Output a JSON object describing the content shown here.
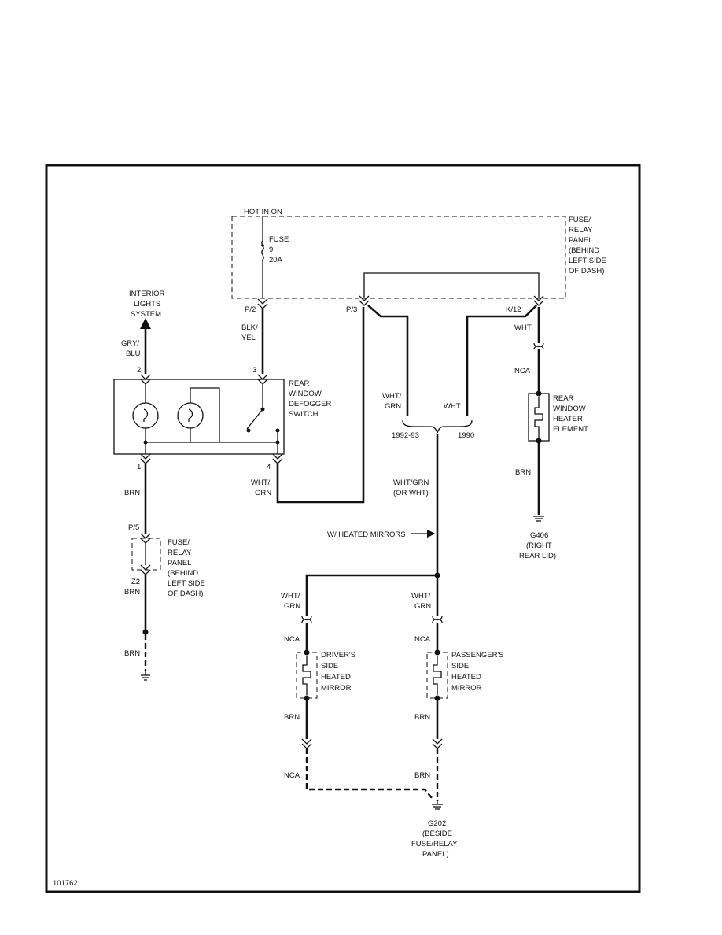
{
  "page": {
    "ref_number": "101762"
  },
  "power": {
    "hot_in_on": "HOT IN ON"
  },
  "fuse": {
    "line1": "FUSE",
    "line2": "9",
    "line3": "20A"
  },
  "fuse_panel_top": {
    "line1": "FUSE/",
    "line2": "RELAY",
    "line3": "PANEL",
    "line4": "(BEHIND",
    "line5": "LEFT SIDE",
    "line6": "OF DASH)"
  },
  "connectors": {
    "p2": "P/2",
    "p3": "P/3",
    "k12": "K/12",
    "pin2": "2",
    "pin3": "3",
    "pin1": "1",
    "pin4": "4",
    "p5": "P/5",
    "z2": "Z2",
    "nca_rear": "NCA",
    "nca_driver": "NCA",
    "nca_pass": "NCA",
    "nca_ground": "NCA"
  },
  "interior_lights": {
    "line1": "INTERIOR",
    "line2": "LIGHTS",
    "line3": "SYSTEM"
  },
  "switch": {
    "line1": "REAR",
    "line2": "WINDOW",
    "line3": "DEFOGGER",
    "line4": "SWITCH"
  },
  "wires": {
    "gry_blu_1": "GRY/",
    "gry_blu_2": "BLU",
    "blk_yel_1": "BLK/",
    "blk_yel_2": "YEL",
    "wht_grn_sw_1": "WHT/",
    "wht_grn_sw_2": "GRN",
    "brn_pin1": "BRN",
    "brn_z2": "BRN",
    "brn_gnd_left": "BRN",
    "wht_grn_t_1": "WHT/",
    "wht_grn_t_2": "GRN",
    "wht_t": "WHT",
    "year_a": "1992-93",
    "year_b": "1990",
    "wht_grn_or_wht_1": "WHT/GRN",
    "wht_grn_or_wht_2": "(OR WHT)",
    "wht_k12": "WHT",
    "brn_rear": "BRN",
    "wht_grn_drv_1": "WHT/",
    "wht_grn_drv_2": "GRN",
    "wht_grn_pas_1": "WHT/",
    "wht_grn_pas_2": "GRN",
    "brn_drv": "BRN",
    "brn_pas": "BRN",
    "brn_pas_gnd": "BRN"
  },
  "fuse_panel_left": {
    "line1": "FUSE/",
    "line2": "RELAY",
    "line3": "PANEL",
    "line4": "(BEHIND",
    "line5": "LEFT SIDE",
    "line6": "OF DASH)"
  },
  "heated_mirrors_note": "W/ HEATED MIRRORS",
  "rear_heater": {
    "line1": "REAR",
    "line2": "WINDOW",
    "line3": "HEATER",
    "line4": "ELEMENT"
  },
  "g406": {
    "line1": "G406",
    "line2": "(RIGHT",
    "line3": "REAR LID)"
  },
  "driver_mirror": {
    "line1": "DRIVER'S",
    "line2": "SIDE",
    "line3": "HEATED",
    "line4": "MIRROR"
  },
  "passenger_mirror": {
    "line1": "PASSENGER'S",
    "line2": "SIDE",
    "line3": "HEATED",
    "line4": "MIRROR"
  },
  "g202": {
    "line1": "G202",
    "line2": "(BESIDE",
    "line3": "FUSE/RELAY",
    "line4": "PANEL)"
  }
}
